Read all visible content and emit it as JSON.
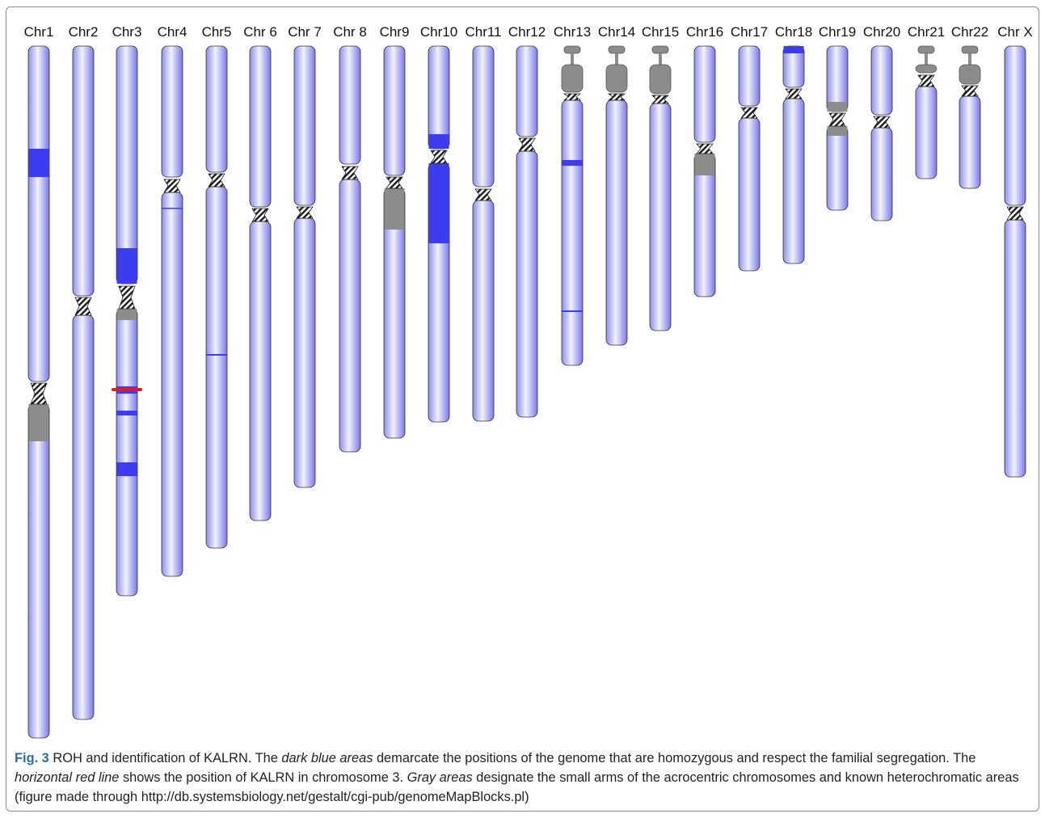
{
  "figure": {
    "chromosomes": [
      {
        "name": "Chr1",
        "p_arm": "p",
        "q_arm": "q",
        "type": "metacentric"
      },
      {
        "name": "Chr2"
      },
      {
        "name": "Chr3"
      },
      {
        "name": "Chr4"
      },
      {
        "name": "Chr5"
      },
      {
        "name": "Chr 6"
      },
      {
        "name": "Chr 7"
      },
      {
        "name": "Chr 8"
      },
      {
        "name": "Chr9"
      },
      {
        "name": "Chr10"
      },
      {
        "name": "Chr11"
      },
      {
        "name": "Chr12"
      },
      {
        "name": "Chr13"
      },
      {
        "name": "Chr14"
      },
      {
        "name": "Chr15"
      },
      {
        "name": "Chr16"
      },
      {
        "name": "Chr17"
      },
      {
        "name": "Chr18"
      },
      {
        "name": "Chr19"
      },
      {
        "name": "Chr20"
      },
      {
        "name": "Chr21"
      },
      {
        "name": "Chr22"
      },
      {
        "name": "Chr X"
      }
    ],
    "colors": {
      "chromosome_body": "#aaaaf5",
      "roh_region": "#3c3cf0",
      "heterochromatin": "#8c8c8c",
      "kalrn_marker": "#e01a1a",
      "centromere_hatch": "#1a1a1a"
    }
  },
  "caption": {
    "label": "Fig. 3",
    "part1": " ROH and identification of KALRN. The ",
    "em1": "dark blue areas",
    "part2": " demarcate the positions of the genome that are homozygous and respect the familial segregation. The ",
    "em2": "horizontal red line",
    "part3": " shows the position of KALRN in chromosome 3. ",
    "em3": "Gray areas",
    "part4": " designate the small arms of the acrocentric chromosomes and known heterochromatic areas (figure made through http://db.systemsbiology.net/gestalt/cgi-pub/genomeMapBlocks.pl)"
  }
}
